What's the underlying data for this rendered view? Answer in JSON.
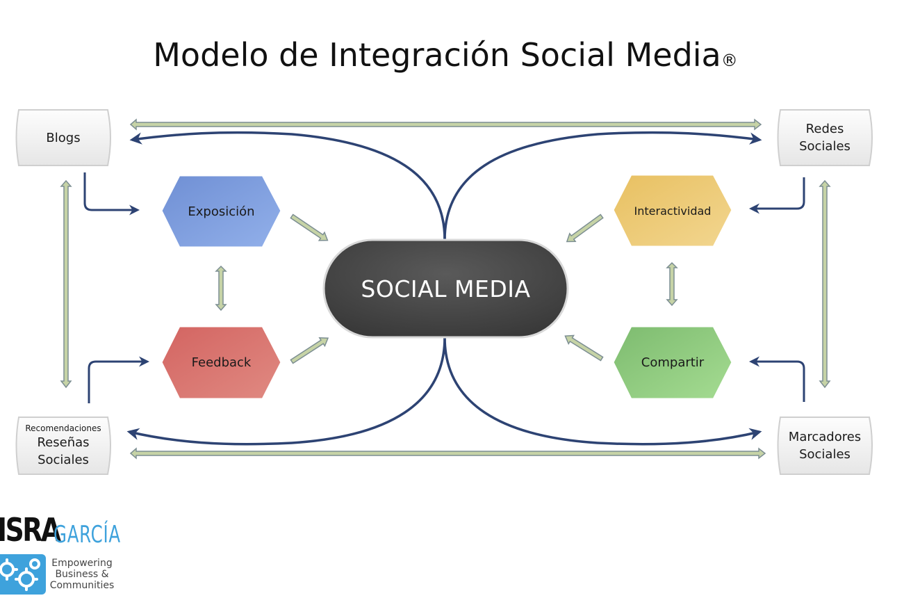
{
  "title": "Modelo de Integración Social Media",
  "title_mark": "®",
  "center": "SOCIAL MEDIA",
  "corners": {
    "blogs": [
      "Blogs"
    ],
    "redes": [
      "Redes",
      "Sociales"
    ],
    "resenas_small": "Recomendaciones",
    "resenas": [
      "Reseñas",
      "Sociales"
    ],
    "marcadores": [
      "Marcadores",
      "Sociales"
    ]
  },
  "hexagons": {
    "exposicion": "Exposición",
    "feedback": "Feedback",
    "interactividad": "Interactividad",
    "compartir": "Compartir"
  },
  "colors": {
    "arrow_blue": "#2d4373",
    "connector_fill": "#c6d3a6",
    "connector_stroke": "#7c8e92",
    "center_fill": "#4a4a4a",
    "exposicion": "#7f9fdc",
    "feedback": "#d9706a",
    "interactividad": "#ecc870",
    "compartir": "#8ec97c",
    "brand_blue": "#3ea2dc"
  },
  "brand": {
    "name_dark": "ISRA",
    "name_accent": "GARCÍA",
    "tagline": [
      "Empowering",
      "Business &",
      "Communities"
    ]
  }
}
